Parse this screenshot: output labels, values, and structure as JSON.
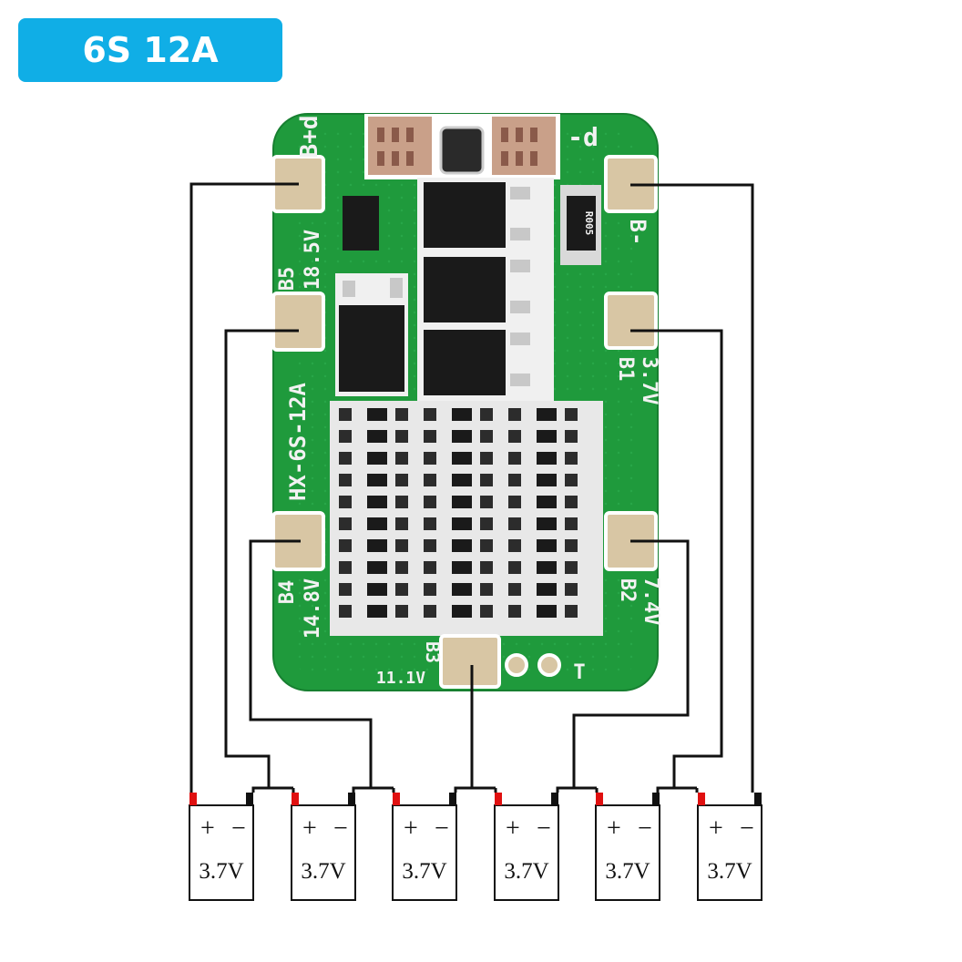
{
  "title": "6S 12A",
  "colors": {
    "badge": "#10aee6",
    "pcb": "#1f9a3c",
    "pad": "#d8c6a4",
    "wire": "#111111",
    "positive_terminal": "#e01010",
    "negative_terminal": "#111111"
  },
  "board": {
    "model": "HX-6S-12A",
    "labels": {
      "b_plus_d": "B+d",
      "minus_d": "-d",
      "b5": "B5",
      "b5_voltage": "18.5V",
      "b1": "B1",
      "b1_voltage": "3.7V",
      "b_minus": "B-",
      "b4": "B4",
      "b4_voltage": "14.8V",
      "b2": "B2",
      "b2_voltage": "7.4V",
      "b3": "B3",
      "b3_voltage": "11.1V",
      "t": "T",
      "resistor": "R005"
    }
  },
  "cells": [
    {
      "plus": "+",
      "minus": "−",
      "voltage": "3.7V"
    },
    {
      "plus": "+",
      "minus": "−",
      "voltage": "3.7V"
    },
    {
      "plus": "+",
      "minus": "−",
      "voltage": "3.7V"
    },
    {
      "plus": "+",
      "minus": "−",
      "voltage": "3.7V"
    },
    {
      "plus": "+",
      "minus": "−",
      "voltage": "3.7V"
    },
    {
      "plus": "+",
      "minus": "−",
      "voltage": "3.7V"
    }
  ]
}
